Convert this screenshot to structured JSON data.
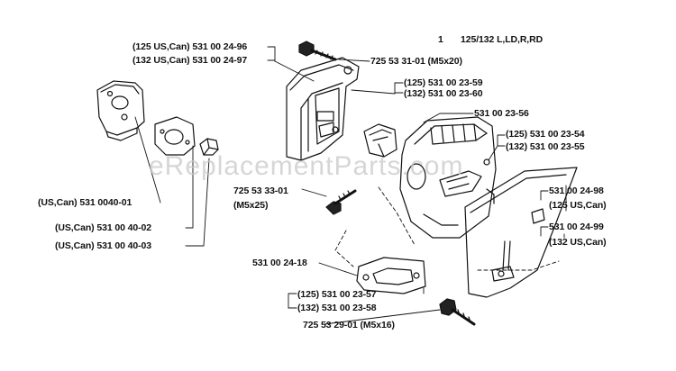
{
  "diagram": {
    "item_number": "1",
    "model": "125/132 L,LD,R,RD",
    "watermark": "eReplacementParts.com",
    "labels": {
      "l1": "(125 US,Can) 531 00 24-96",
      "l2": "(132 US,Can) 531 00 24-97",
      "l3": "725 53 31-01 (M5x20)",
      "l4": "(125) 531 00 23-59",
      "l5": "(132) 531 00 23-60",
      "l6": "531 00 23-56",
      "l7": "(125) 531 00 23-54",
      "l8": "(132) 531 00 23-55",
      "l9": "725 53 33-01",
      "l10": "(M5x25)",
      "l11": "531 00 24-98",
      "l12": "(125 US,Can)",
      "l13": "531 00 24-99",
      "l14": "(132 US,Can)",
      "l15": "(US,Can) 531 0040-01",
      "l16": "(US,Can) 531 00 40-02",
      "l17": "(US,Can) 531 00 40-03",
      "l18": "531 00 24-18",
      "l19": "(125) 531 00 23-57",
      "l20": "(132) 531 00 23-58",
      "l21": "725 53 29-01 (M5x16)"
    }
  }
}
